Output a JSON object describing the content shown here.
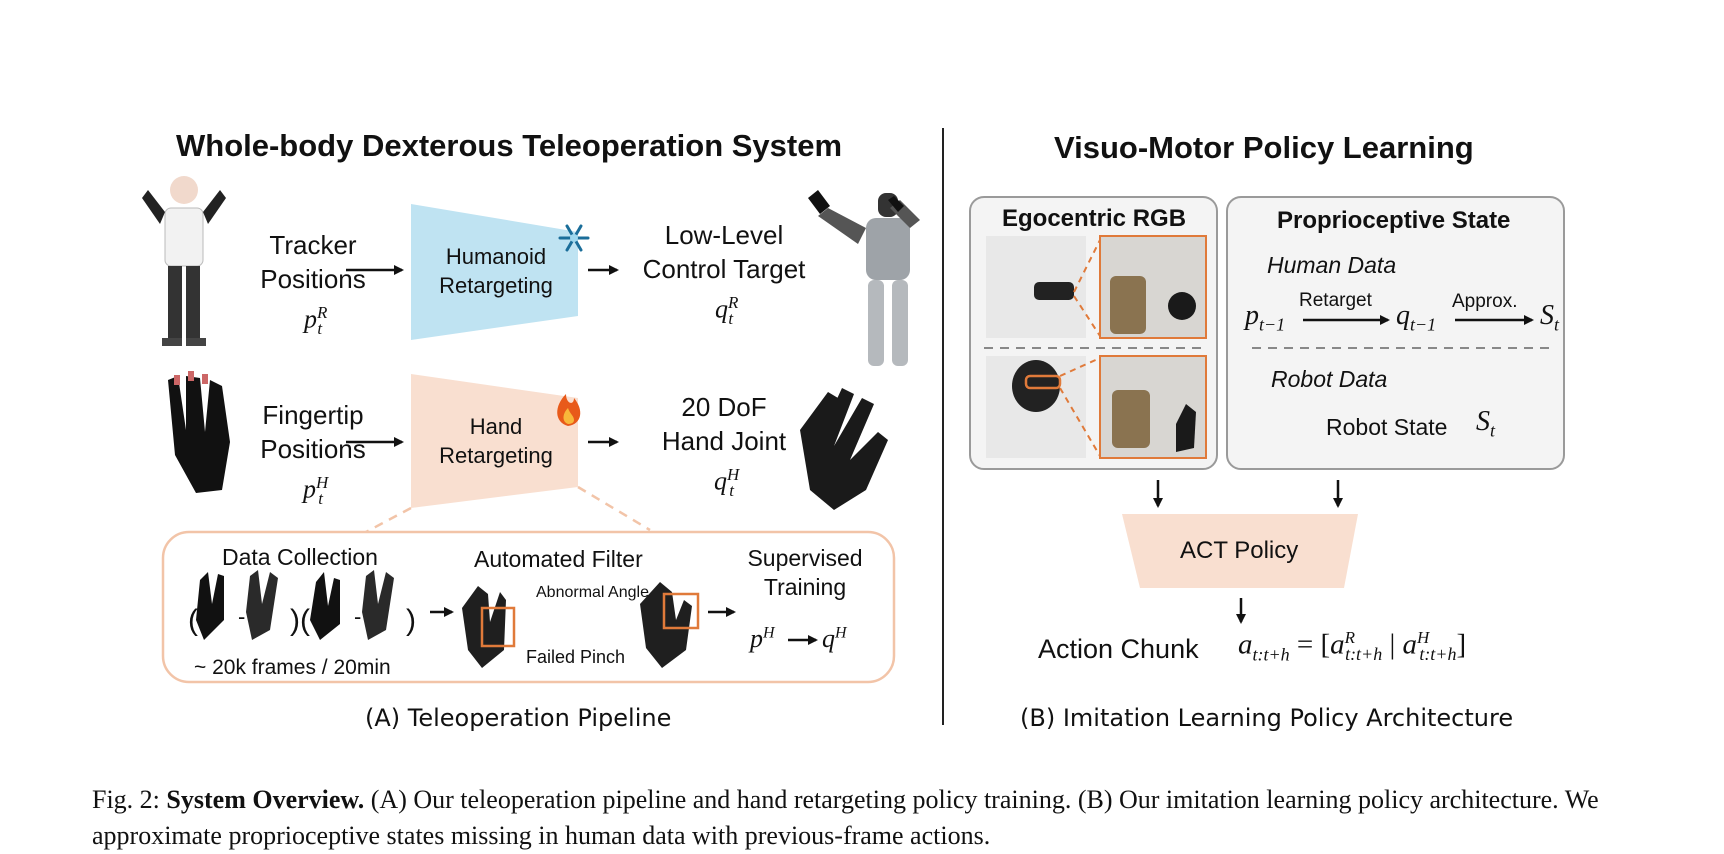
{
  "left": {
    "title": "Whole-body Dexterous Teleoperation System",
    "row1": {
      "input_label": [
        "Tracker",
        "Positions"
      ],
      "input_sym": "p",
      "input_sup": "R",
      "input_sub": "t",
      "module": [
        "Humanoid",
        "Retargeting"
      ],
      "output_label": [
        "Low-Level",
        "Control Target"
      ],
      "output_sym": "q",
      "output_sup": "R",
      "output_sub": "t",
      "badge_icon": "snowflake-icon"
    },
    "row2": {
      "input_label": [
        "Fingertip",
        "Positions"
      ],
      "input_sym": "p",
      "input_sup": "H",
      "input_sub": "t",
      "module": [
        "Hand",
        "Retargeting"
      ],
      "output_label": [
        "20 DoF",
        "Hand Joint"
      ],
      "output_sym": "q",
      "output_sup": "H",
      "output_sub": "t",
      "badge_icon": "fire-icon"
    },
    "pipeline": {
      "data_collection": "Data Collection",
      "frames_note": "~ 20k frames / 20min",
      "automated_filter": "Automated Filter",
      "abnormal_angle": "Abnormal Angle",
      "failed_pinch": "Failed Pinch",
      "supervised_training": [
        "Supervised",
        "Training"
      ],
      "train_from_sym": "p",
      "train_from_sup": "H",
      "train_to_sym": "q",
      "train_to_sup": "H"
    },
    "subcaption": "(A) Teleoperation Pipeline"
  },
  "right": {
    "title": "Visuo-Motor Policy Learning",
    "ego_title": "Egocentric RGB",
    "proprio_title": "Proprioceptive State",
    "human_data": "Human Data",
    "retarget": "Retarget",
    "approx": "Approx.",
    "p_sym": "p",
    "p_sub": "t−1",
    "q_sym": "q",
    "q_sub": "t−1",
    "s_sym": "S",
    "s_sub": "t",
    "robot_data": "Robot Data",
    "robot_state": "Robot State",
    "act_policy": "ACT Policy",
    "action_chunk": "Action Chunk",
    "a_sym": "a",
    "a_sub": "t:t+h",
    "sup_r": "R",
    "sup_h": "H",
    "subcaption": "(B) Imitation Learning Policy Architecture"
  },
  "caption": {
    "prefix": "Fig. 2:",
    "bold": "System Overview.",
    "text": "(A) Our teleoperation pipeline and hand retargeting policy training. (B) Our imitation learning policy architecture. We approximate proprioceptive states missing in human data with previous-frame actions."
  },
  "colors": {
    "humanoid_blue": "#bfe3f2",
    "hand_peach": "#f9dfd0",
    "pipeline_border": "#f2c4a8",
    "accent_orange": "#e07a3a",
    "panel_fill": "#f4f4f4",
    "panel_border": "#9a9a9a"
  }
}
